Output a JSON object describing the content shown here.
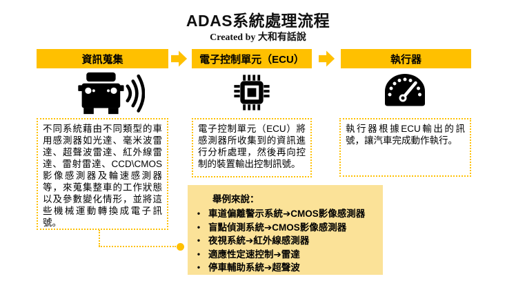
{
  "title": "ADAS系統處理流程",
  "subtitle": "Created by 大和有話說",
  "colors": {
    "accent_gold": "#FFC000",
    "example_box_bg": "#FBE298",
    "icon_black": "#000000",
    "text_black": "#101010"
  },
  "stages": [
    {
      "header": "資訊蒐集",
      "icon": "car-radar-icon",
      "description": "不同系統藉由不同類型的車用感測器如光達、毫米波雷達、超聲波雷達、紅外線雷達、雷射雷達、CCD\\CMOS影像感測器及輪速感測器等，來蒐集整車的工作狀態以及參數變化情形，並將這些機械運動轉換成電子訊號。"
    },
    {
      "header": "電子控制單元（ECU）",
      "icon": "ecu-chip-icon",
      "description": "電子控制單元（ECU）將感測器所收集到的資訊進行分析處理，然後再向控制的裝置輸出控制訊號。"
    },
    {
      "header": "執行器",
      "icon": "speedometer-icon",
      "description": "執行器根據ECU輸出的訊號，讓汽車完成動作執行。"
    }
  ],
  "examples": {
    "title": "舉例來說：",
    "bullet": "•",
    "items": [
      "車道偏離警示系統➔CMOS影像感測器",
      "盲點偵測系統➔CMOS影像感測器",
      "夜視系統➔紅外線感測器",
      "適應性定速控制➔雷達",
      "停車輔助系統➔超聲波"
    ]
  }
}
